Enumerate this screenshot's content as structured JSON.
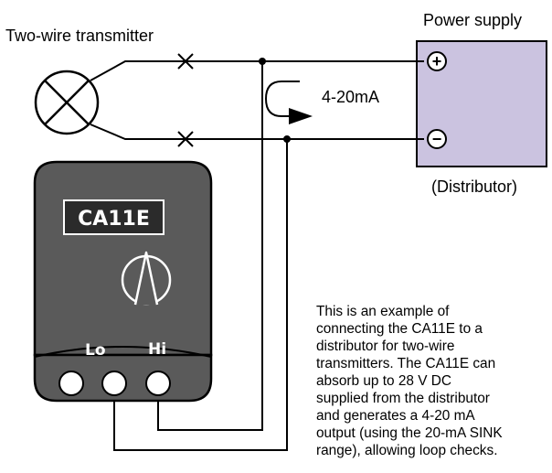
{
  "labels": {
    "transmitter": "Two-wire transmitter",
    "power_supply": "Power supply",
    "distributor": "(Distributor)",
    "current": "4-20mA",
    "plus": "+",
    "minus": "−"
  },
  "device": {
    "model": "CA11E",
    "lo": "Lo",
    "hi": "Hi"
  },
  "description_lines": [
    "This is an example of",
    "connecting the CA11E to a",
    "distributor for two-wire",
    "transmitters.  The CA11E can",
    "absorb up to 28 V DC",
    "supplied from the distributor",
    "and generates a 4-20 mA",
    "output (using the 20-mA SINK",
    "range), allowing loop checks."
  ],
  "colors": {
    "device_body": "#5a5a5a",
    "display_bg": "#2b2b2b",
    "power_supply_fill": "#cbc3e0",
    "wire": "#000000"
  }
}
